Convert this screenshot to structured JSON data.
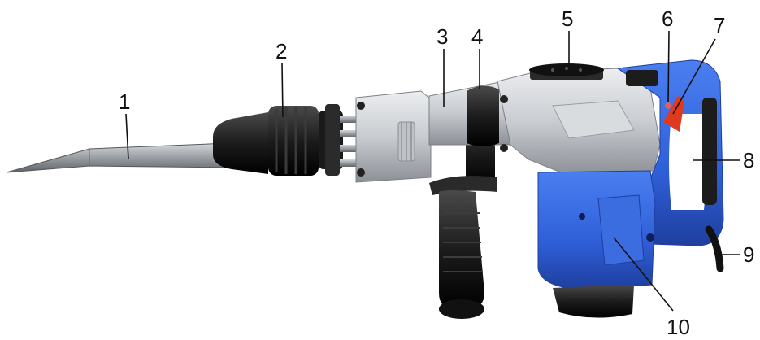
{
  "diagram": {
    "colors": {
      "body_blue": "#2f5fd8",
      "blue_dark": "#1e3f9e",
      "housing_silver": "#c9ccd1",
      "silver_dark": "#8c9096",
      "chisel_steel": "#9a9ea3",
      "rubber_black": "#1c1c1c",
      "trigger_red": "#e03a1e"
    },
    "callouts": [
      {
        "id": "1",
        "label": "1"
      },
      {
        "id": "2",
        "label": "2"
      },
      {
        "id": "3",
        "label": "3"
      },
      {
        "id": "4",
        "label": "4"
      },
      {
        "id": "5",
        "label": "5"
      },
      {
        "id": "6",
        "label": "6"
      },
      {
        "id": "7",
        "label": "7"
      },
      {
        "id": "8",
        "label": "8"
      },
      {
        "id": "9",
        "label": "9"
      },
      {
        "id": "10",
        "label": "10"
      }
    ],
    "icons": [
      "chisel-icon",
      "chuck-icon",
      "side-handle-icon",
      "trigger-icon",
      "power-cord-icon"
    ]
  }
}
